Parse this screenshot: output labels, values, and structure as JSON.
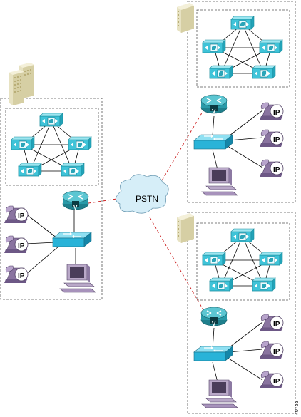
{
  "diagram": {
    "cloud_label": "PSTN",
    "phone_label": "IP",
    "router_label": "V",
    "figure_id": "40765"
  },
  "sites": [
    {
      "name": "site-left",
      "cluster_servers": 5,
      "ip_phones": 3
    },
    {
      "name": "site-top-right",
      "cluster_servers": 5,
      "ip_phones": 3
    },
    {
      "name": "site-bottom-right",
      "cluster_servers": 5,
      "ip_phones": 3
    }
  ],
  "colors": {
    "server": "#3fc3d8",
    "router": "#2a9aa8",
    "switch": "#29b3d8",
    "phone": "#a78fb8",
    "cloud": "#d6eef8",
    "pstn_link": "#cc2222"
  }
}
